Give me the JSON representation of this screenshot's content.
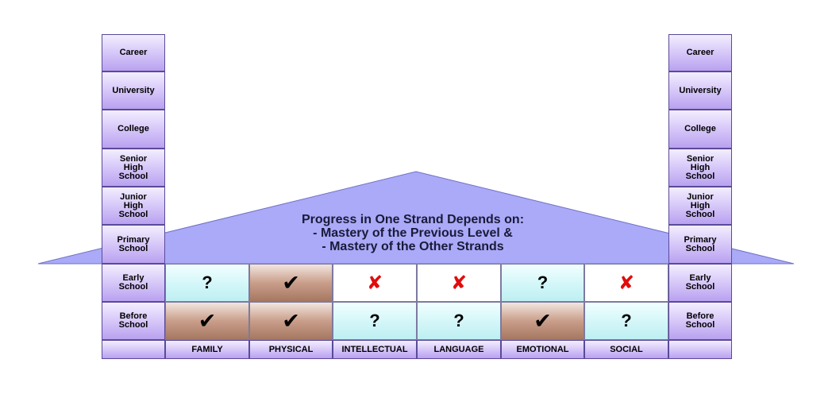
{
  "caption": {
    "line1": "Progress in One Strand Depends on:",
    "line2": "- Mastery of the Previous Level &",
    "line3": "- Mastery of the Other Strands"
  },
  "levels": [
    {
      "label": "Career"
    },
    {
      "label": "University"
    },
    {
      "label": "College"
    },
    {
      "label": "Senior\nHigh\nSchool"
    },
    {
      "label": "Junior\nHigh\nSchool"
    },
    {
      "label": "Primary\nSchool"
    },
    {
      "label": "Early\nSchool"
    },
    {
      "label": "Before\nSchool"
    }
  ],
  "strands": [
    "FAMILY",
    "PHYSICAL",
    "INTELLECTUAL",
    "LANGUAGE",
    "EMOTIONAL",
    "SOCIAL"
  ],
  "status_symbols": {
    "question": "?",
    "mastered": "✔",
    "not_mastered": "✘"
  },
  "grid": {
    "early_school": [
      "question",
      "mastered",
      "not_mastered",
      "not_mastered",
      "question",
      "not_mastered"
    ],
    "before_school": [
      "mastered",
      "mastered",
      "question",
      "question",
      "mastered",
      "question"
    ]
  },
  "colors": {
    "roof": "#aaaaf8",
    "level_box": "#c8b6f4",
    "question_cell": "#d3f6f8",
    "mastered_cell": "#b8866e",
    "not_mastered_mark": "#e10c0c"
  }
}
